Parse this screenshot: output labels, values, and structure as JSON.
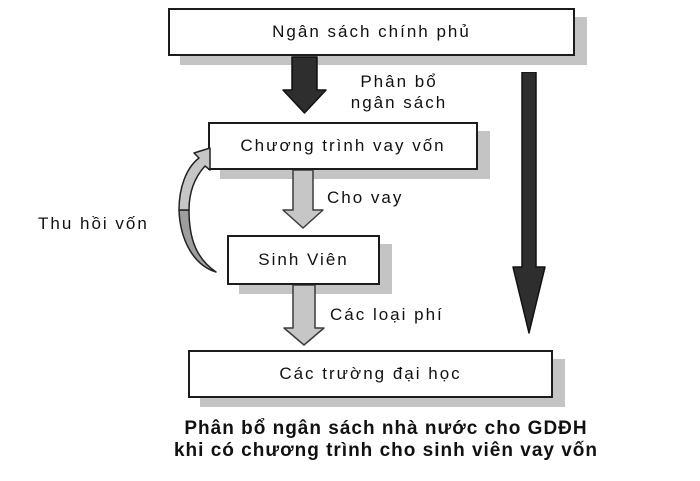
{
  "diagram": {
    "boxes": {
      "government_budget": "Ngân sách chính phủ",
      "loan_program": "Chương trình vay vốn",
      "students": "Sinh Viên",
      "universities": "Các trường đại học"
    },
    "flows": {
      "budget_allocation": "Phân bổ\nngân sách",
      "lending": "Cho vay",
      "capital_recovery": "Thu hồi vốn",
      "fees": "Các loại phí"
    },
    "caption": "Phân bổ ngân sách nhà nước cho GDĐH\nkhi có chương trình cho sinh viên vay vốn",
    "colors": {
      "arrow_dark": "#2e2e2e",
      "arrow_light_fill": "#c6c6c6",
      "arrow_mid_fill": "#9e9e9e",
      "box_shadow": "#c4c4c4",
      "background": "#ffffff",
      "text": "#111111"
    }
  }
}
